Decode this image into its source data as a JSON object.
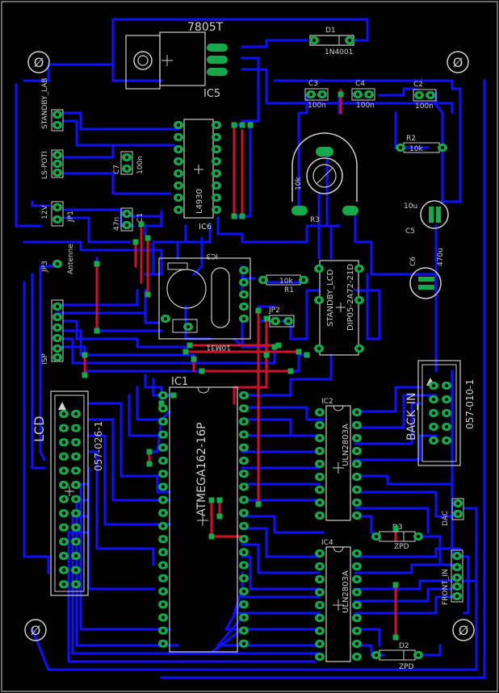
{
  "board": {
    "colors": {
      "background": "#000000",
      "bottom_trace": "#1010ff",
      "top_trace": "#d0102a",
      "pad": "#16a84a",
      "outline": "#cfcfcf",
      "label": "#cfcfcf"
    }
  },
  "labels": {
    "ic5_value": "7805T",
    "ic5_name": "IC5",
    "d1_name": "D1",
    "d1_value": "1N4001",
    "c3_name": "C3",
    "c3_value": "100n",
    "c4_name": "C4",
    "c4_value": "100n",
    "c2_name": "C2",
    "c2_value": "100n",
    "r2_name": "R2",
    "r2_value": "10k",
    "standby_lab": "STANDBY_LAB",
    "ls_poti": "LS-POTI",
    "c7_name": "C7",
    "c7_value": "100n",
    "v12": "12V",
    "jp1": "JP1",
    "c1_name": "C1",
    "c1_value": "47n",
    "ic6_value": "L4930",
    "ic6_name": "IC6",
    "r3_value": "10k",
    "r3_name": "R3",
    "c5_value": "10u",
    "c5_name": "C5",
    "c6_name": "C6",
    "c6_value": "470u",
    "jp3": "JP3",
    "antenne": "Antenne",
    "ic3_name": "IC3",
    "ic3_value": "10M31",
    "r1_value": "10k",
    "r1_name": "R1",
    "jp2": "JP2",
    "standby_lcd": "STANDBY_LCD",
    "dip_value": "DIP05-2A72-21D",
    "isp": "ISP",
    "ic1_name": "IC1",
    "ic1_value": "ATMEGA162-16P",
    "lcd": "LCD",
    "lcd_conn_value": "057-026-1",
    "ic2_name": "IC2",
    "ic2_value": "ULN2803A",
    "ic4_name": "IC4",
    "ic4_value": "ULN2803A",
    "back_in": "BACK_IN",
    "back_conn_value": "057-010-1",
    "dac": "DAC",
    "d3_name": "D3",
    "d3_value": "ZPD",
    "front_in": "FRONT_IN",
    "d2_name": "D2",
    "d2_value": "ZPD",
    "mount_symbol": "Ø"
  }
}
